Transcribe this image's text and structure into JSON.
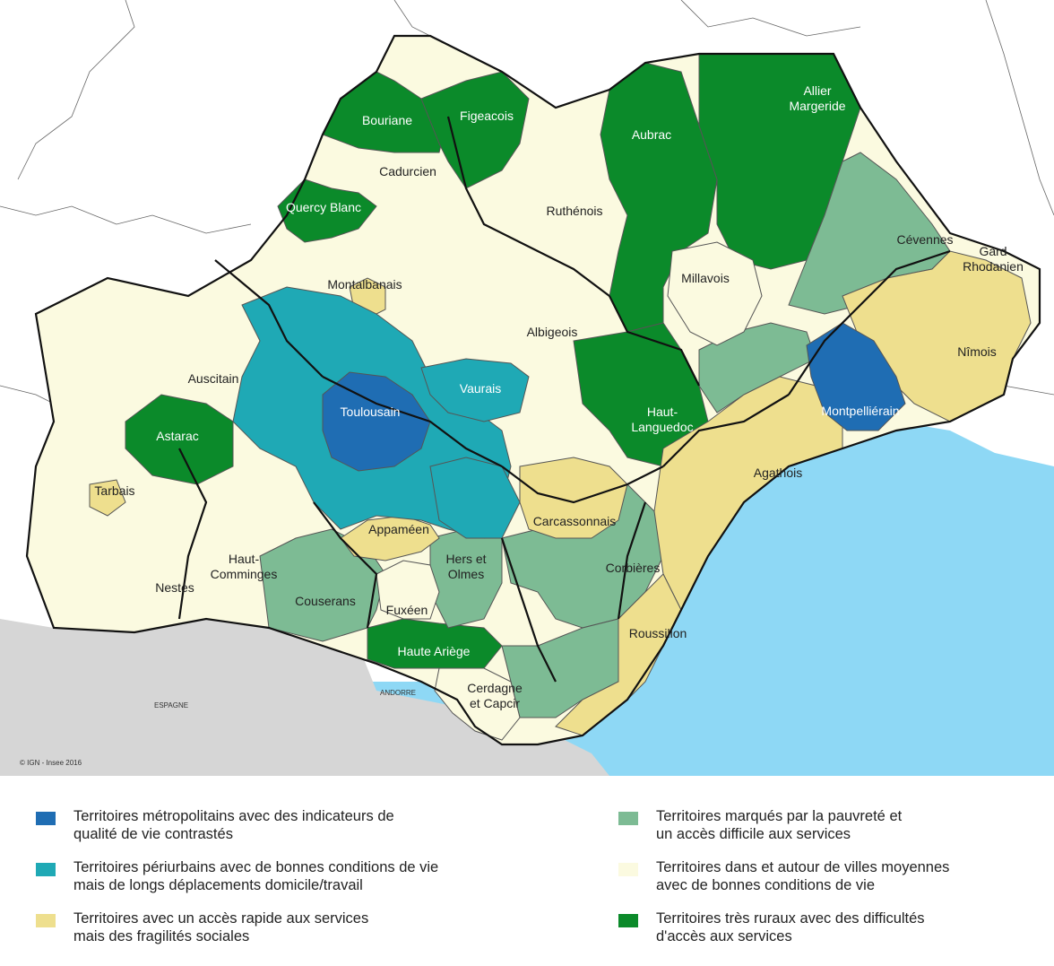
{
  "colors": {
    "sea": "#8ed8f5",
    "outside_land": "#ffffff",
    "spain": "#d6d6d6",
    "metro": "#1f6db3",
    "periurban": "#1fa9b5",
    "access_fragile": "#eedf8e",
    "poverty": "#7dbb94",
    "medium_towns": "#fbfae0",
    "rural": "#0b8a2a",
    "border": "#111111",
    "inner_border": "#555555"
  },
  "map": {
    "regions": [
      {
        "name": "Bouriane",
        "category": "rural"
      },
      {
        "name": "Figeacois",
        "category": "rural"
      },
      {
        "name": "Cadurcien",
        "category": "medium_towns"
      },
      {
        "name": "Quercy Blanc",
        "category": "rural"
      },
      {
        "name": "Aubrac",
        "category": "rural"
      },
      {
        "name": "Allier\nMargeride",
        "category": "rural"
      },
      {
        "name": "Ruthénois",
        "category": "medium_towns"
      },
      {
        "name": "Cévennes",
        "category": "poverty"
      },
      {
        "name": "Gard\nRhodanien",
        "category": "access_fragile"
      },
      {
        "name": "Millavois",
        "category": "medium_towns"
      },
      {
        "name": "Montalbanais",
        "category": "access_fragile"
      },
      {
        "name": "Albigeois",
        "category": "medium_towns"
      },
      {
        "name": "Nîmois",
        "category": "access_fragile"
      },
      {
        "name": "Auscitain",
        "category": "medium_towns"
      },
      {
        "name": "Vaurais",
        "category": "periurban"
      },
      {
        "name": "Toulousain",
        "category": "metro"
      },
      {
        "name": "Montpelliérain",
        "category": "metro"
      },
      {
        "name": "Haut-\nLanguedoc",
        "category": "rural"
      },
      {
        "name": "Astarac",
        "category": "rural"
      },
      {
        "name": "Agathois",
        "category": "access_fragile"
      },
      {
        "name": "Tarbais",
        "category": "access_fragile"
      },
      {
        "name": "Carcassonnais",
        "category": "access_fragile"
      },
      {
        "name": "Appaméen",
        "category": "access_fragile"
      },
      {
        "name": "Hers et\nOlmes",
        "category": "poverty"
      },
      {
        "name": "Corbières",
        "category": "poverty"
      },
      {
        "name": "Haut-\nComminges",
        "category": "medium_towns"
      },
      {
        "name": "Nestes",
        "category": "medium_towns"
      },
      {
        "name": "Couserans",
        "category": "poverty"
      },
      {
        "name": "Fuxéen",
        "category": "medium_towns"
      },
      {
        "name": "Roussillon",
        "category": "access_fragile"
      },
      {
        "name": "Haute Ariège",
        "category": "rural"
      },
      {
        "name": "Cerdagne\net Capcir",
        "category": "medium_towns"
      }
    ],
    "spain_label": "ESPAGNE",
    "andorra_label": "ANDORRE",
    "copyright": "© IGN - Insee 2016"
  },
  "legend": {
    "items": [
      {
        "category": "metro",
        "label": "Territoires métropolitains avec des indicateurs de\nqualité de vie contrastés"
      },
      {
        "category": "periurban",
        "label": "Territoires périurbains avec de bonnes conditions de vie\nmais de longs déplacements domicile/travail"
      },
      {
        "category": "access_fragile",
        "label": "Territoires avec un accès rapide aux services\nmais des fragilités sociales"
      },
      {
        "category": "poverty",
        "label": "Territoires marqués par la pauvreté et\nun accès difficile aux services"
      },
      {
        "category": "medium_towns",
        "label": "Territoires dans et autour de villes moyennes\navec de bonnes conditions de vie"
      },
      {
        "category": "rural",
        "label": "Territoires très ruraux avec des difficultés\nd'accès aux services"
      }
    ]
  }
}
